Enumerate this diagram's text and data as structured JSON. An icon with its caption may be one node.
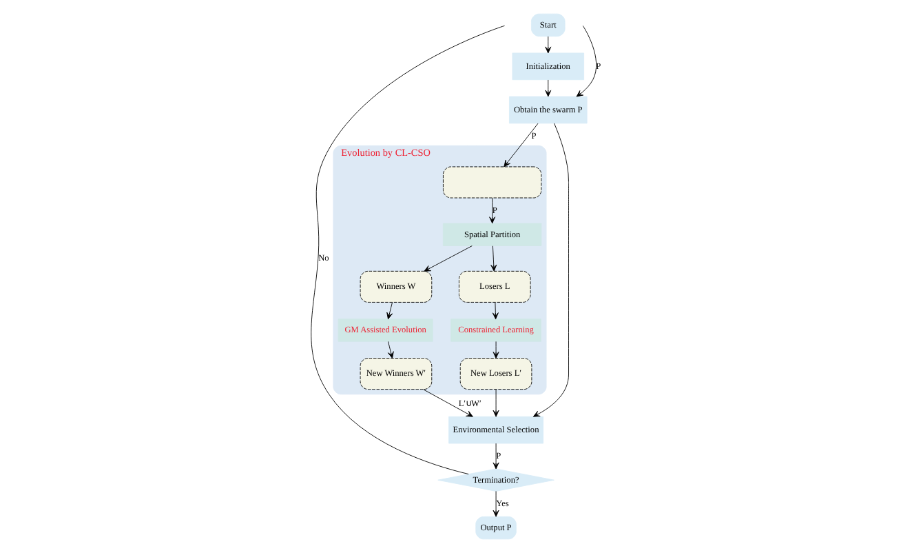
{
  "diagram": {
    "nodes": [
      {
        "text": [
          "Evolution by CL-CSO"
        ]
      },
      {
        "text": [],
        "shape": "box",
        "in": 0
      },
      {
        "text": [
          "Spatial Partition"
        ],
        "in": 0
      },
      {
        "text": [
          "Winners W"
        ],
        "in": 0
      },
      {
        "text": [
          "Losers L"
        ],
        "in": 0
      },
      {
        "text": [
          "GM Assisted Evolution"
        ],
        "in": 0
      },
      {
        "text": [
          "Constrained Learning"
        ],
        "in": 0
      },
      {
        "text": [
          "New Winners W′"
        ],
        "in": 0
      },
      {
        "text": [
          "New Losers L′"
        ],
        "in": 0
      },
      {
        "text": [
          "Start"
        ]
      },
      {
        "text": [
          "Initialization"
        ]
      },
      {
        "text": [
          "Obtain the swarm P"
        ]
      },
      {
        "text": [
          "Environmental Selection"
        ]
      },
      {
        "text": [
          "Termination?"
        ]
      },
      {
        "text": [
          "Output P"
        ]
      }
    ],
    "edges": [
      {
        "from": 11,
        "to": 1,
        "arrow": "to",
        "label": "P"
      },
      {
        "from": 1,
        "to": 2,
        "arrow": "to",
        "label": "P"
      },
      {
        "from": 2,
        "to": 3,
        "arrow": "to"
      },
      {
        "from": 2,
        "to": 4,
        "arrow": "to"
      },
      {
        "from": 3,
        "to": 5,
        "arrow": "to"
      },
      {
        "from": 4,
        "to": 6,
        "arrow": "to"
      },
      {
        "from": 5,
        "to": 7,
        "arrow": "to"
      },
      {
        "from": 6,
        "to": 8,
        "arrow": "to"
      },
      {
        "from": 7,
        "to": 12,
        "arrow": "to",
        "label": "L′∪W′"
      },
      {
        "from": 8,
        "to": 12,
        "arrow": "to"
      },
      {
        "from": 9,
        "to": 10,
        "arrow": "to"
      },
      {
        "from": 10,
        "to": 11,
        "arrow": "to"
      },
      {
        "from": 11,
        "to": 12,
        "arrow": "to"
      },
      {
        "from": 12,
        "to": 13,
        "arrow": "to",
        "label": "P"
      },
      {
        "from": 13,
        "to": 14,
        "arrow": "to",
        "label": "Yes"
      },
      {
        "from": 13,
        "to": null,
        "arrow": "none",
        "label": "No"
      },
      {
        "from": null,
        "to": 11,
        "arrow": "to",
        "label": "P"
      }
    ]
  }
}
